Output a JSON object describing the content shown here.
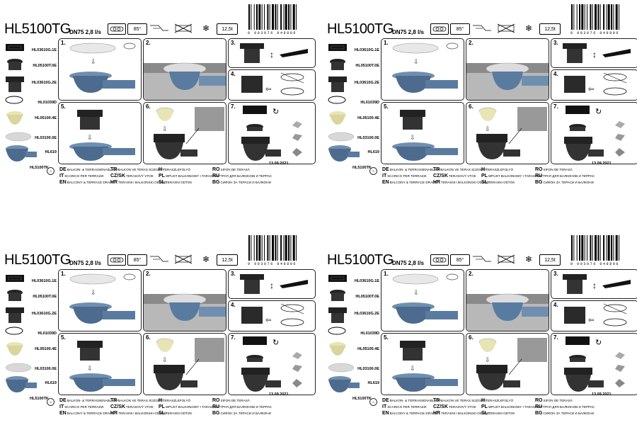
{
  "sheet": {
    "product": "HL5100TG",
    "spec": "DN75 2,8 l/s",
    "angle_label": "85°",
    "load_label": "12,5t",
    "barcode_number": "9 003076 048806",
    "date": "13.09.2021",
    "product_code": "HL5100TK",
    "parts": [
      {
        "code": "HL03610G.1E",
        "icon": "grate-icon"
      },
      {
        "code": "HL05100T.0E",
        "icon": "frame-icon"
      },
      {
        "code": "HL03610G.2E",
        "icon": "riser-icon"
      },
      {
        "code": "HL01039D",
        "icon": "gasket-icon"
      },
      {
        "code": "HL05100.4E",
        "icon": "bowl-icon"
      },
      {
        "code": "HL03100.0E",
        "icon": "ring-icon"
      },
      {
        "code": "HL619",
        "icon": "clamp-icon"
      }
    ],
    "steps": [
      "1.",
      "2.",
      "3.",
      "4.",
      "5.",
      "6.",
      "7."
    ],
    "languages": [
      {
        "code": "DE",
        "text": "BALKON- & TERRASSENABLAUF"
      },
      {
        "code": "IT",
        "text": "SCARICO PER TERRAZZI"
      },
      {
        "code": "EN",
        "text": "BALCONY & TERRACE DRAIN"
      },
      {
        "code": "TR",
        "text": "BALKON VE TERAS SÜZGECİ"
      },
      {
        "code": "CZ/SK",
        "text": "TERASOVÝ VTOK"
      },
      {
        "code": "HR",
        "text": "TERASNI I BALKONSKI ODVOD"
      },
      {
        "code": "H",
        "text": "TERASZLEFOLYÓ"
      },
      {
        "code": "PL",
        "text": "WPUST BALKONOWY I TARASOWY"
      },
      {
        "code": "SL",
        "text": "TERASNI ODTOK"
      },
      {
        "code": "RO",
        "text": "SIFON DE TERASĂ"
      },
      {
        "code": "RU",
        "text": "ТРАП ДЛЯ БАЛКОНОВ И ТЕРРАС"
      },
      {
        "code": "BG",
        "text": "СИФОН ЗА ТЕРАСИ И БАЛКОНИ"
      }
    ]
  }
}
